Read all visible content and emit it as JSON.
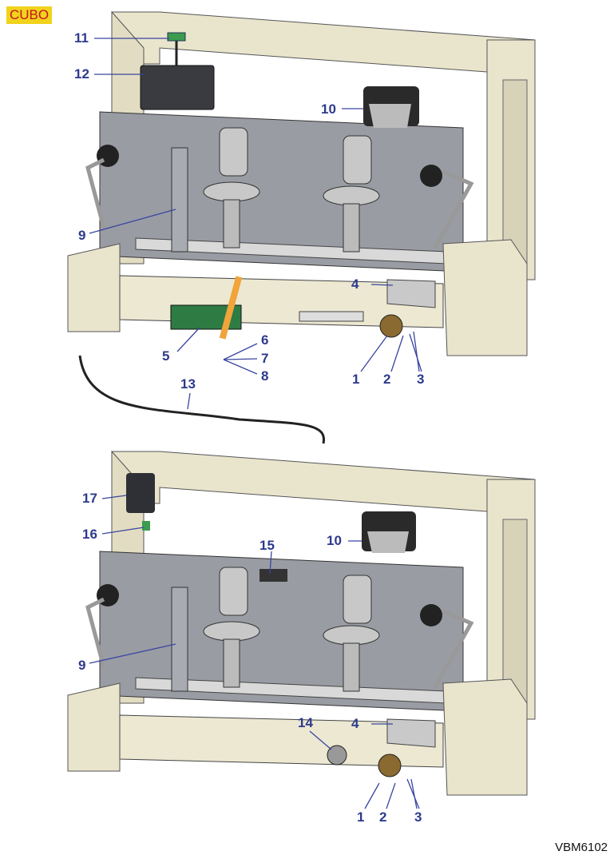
{
  "header": {
    "badge": "CUBO"
  },
  "footer": {
    "drawing_code": "VBM6102"
  },
  "colors": {
    "frame": "#e9e5cd",
    "panel": "#9a9ca4",
    "callout": "#2d3a8c",
    "badge_bg": "#f1d21c",
    "badge_text": "#c4161c"
  },
  "top_view": {
    "callouts": [
      "11",
      "12",
      "10",
      "9",
      "4",
      "5",
      "6",
      "7",
      "8",
      "1",
      "2",
      "3"
    ]
  },
  "cable": {
    "callout": "13"
  },
  "bottom_view": {
    "callouts": [
      "17",
      "16",
      "15",
      "10",
      "9",
      "14",
      "4",
      "1",
      "2",
      "3"
    ]
  }
}
